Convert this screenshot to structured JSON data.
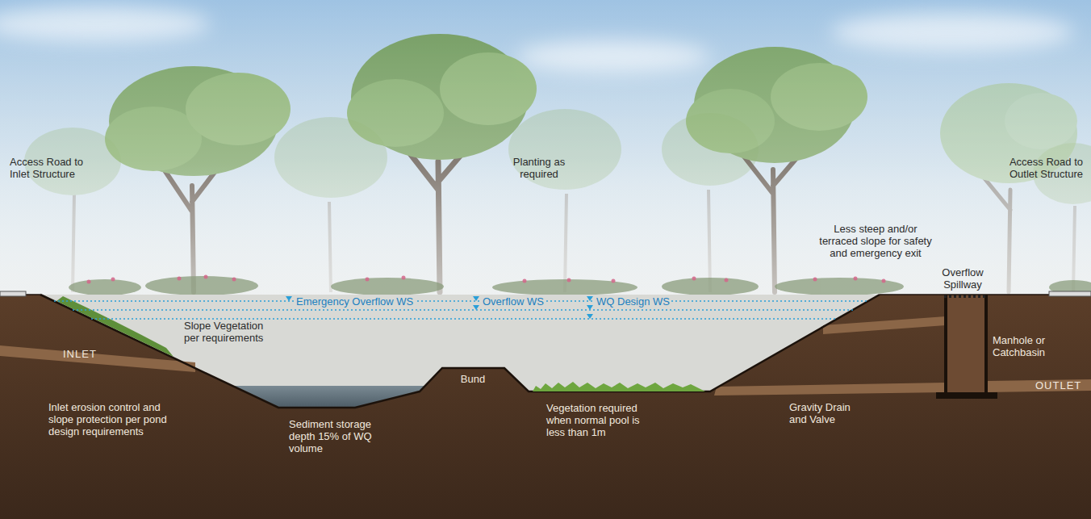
{
  "diagram": {
    "labels": [
      "Access Road to Inlet Structure",
      "Planting as required",
      "Access Road to Outlet Structure",
      "Less steep and/or terraced slope for safety and emergency exit",
      "Overflow Spillway",
      "Emergency Overflow WS",
      "Overflow WS",
      "WQ Design WS",
      "Slope Vegetation per requirements",
      "INLET",
      "Bund",
      "Manhole or Catchbasin",
      "OUTLET",
      "Inlet erosion control and slope protection per pond design requirements",
      "Sediment storage depth 15% of WQ volume",
      "Vegetation required when normal pool is less than 1m",
      "Gravity Drain and Valve"
    ]
  }
}
